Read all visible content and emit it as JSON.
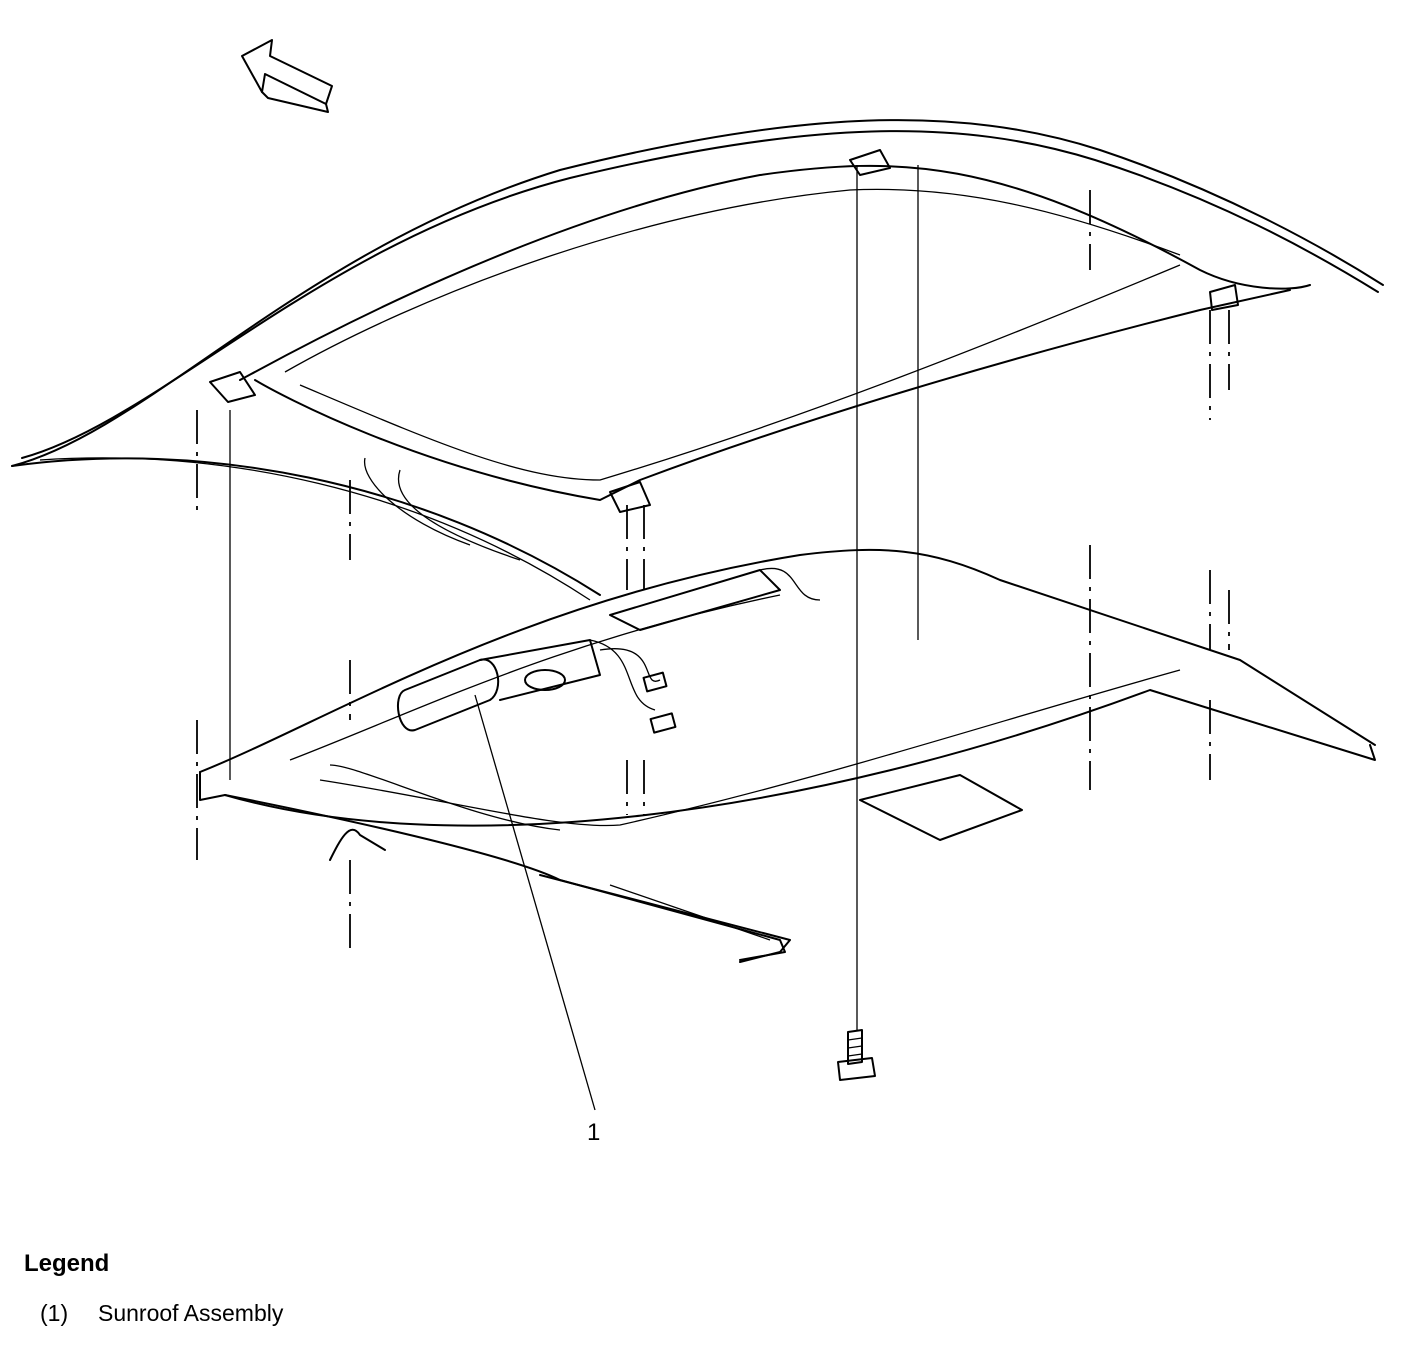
{
  "diagram": {
    "callouts": [
      {
        "number": "1"
      }
    ]
  },
  "legend": {
    "title": "Legend",
    "items": [
      {
        "number": "(1)",
        "label": "Sunroof Assembly"
      }
    ]
  }
}
